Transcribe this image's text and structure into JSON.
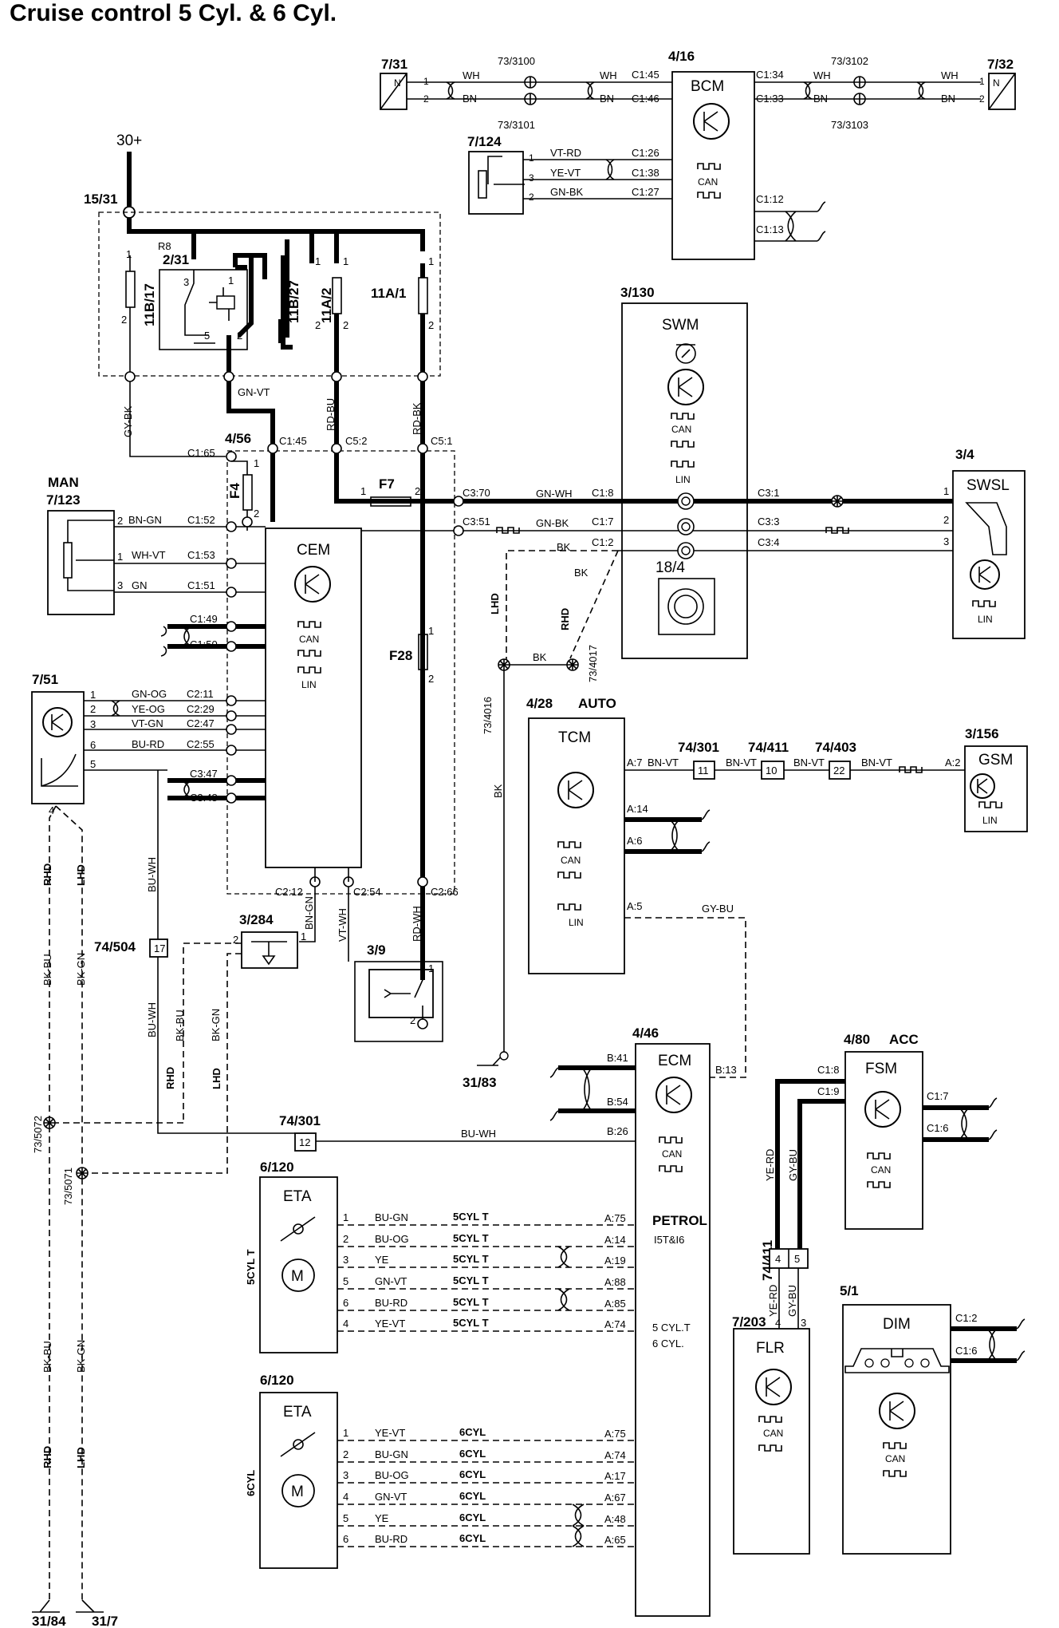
{
  "title": "Cruise control 5 Cyl. & 6 Cyl.",
  "power": {
    "bplus": "30+"
  },
  "fuse_box": {
    "id": "15/31",
    "relay_id": "2/31",
    "relay_label": "R8",
    "fuses": [
      "11B/17",
      "11B/27",
      "11A/2",
      "11A/1"
    ]
  },
  "cem": {
    "id": "4/56",
    "name": "CEM",
    "fuses": [
      "F4",
      "F7",
      "F28"
    ],
    "can": "CAN",
    "lin": "LIN"
  },
  "bcm": {
    "id": "4/16",
    "name": "BCM",
    "can": "CAN"
  },
  "swm": {
    "id": "3/130",
    "name": "SWM",
    "can": "CAN",
    "lin": "LIN",
    "sub": "18/4"
  },
  "swsl": {
    "id": "3/4",
    "name": "SWSL",
    "lin": "LIN"
  },
  "tcm": {
    "id": "4/28",
    "tag": "AUTO",
    "name": "TCM",
    "can": "CAN",
    "lin": "LIN"
  },
  "gsm": {
    "id": "3/156",
    "name": "GSM",
    "lin": "LIN"
  },
  "ecm": {
    "id": "4/46",
    "name": "ECM",
    "can": "CAN",
    "variant1": "PETROL",
    "variant2": "I5T&I6",
    "note1": "5 CYL.T",
    "note2": "6 CYL."
  },
  "fsm": {
    "id": "4/80",
    "tag": "ACC",
    "name": "FSM",
    "can": "CAN"
  },
  "flr": {
    "id": "7/203",
    "name": "FLR",
    "can": "CAN"
  },
  "dim": {
    "id": "5/1",
    "name": "DIM",
    "can": "CAN"
  },
  "eta5": {
    "id": "6/120",
    "name": "ETA",
    "side": "5CYL T",
    "motor": "M"
  },
  "eta6": {
    "id": "6/120",
    "name": "ETA",
    "side": "6CYL",
    "motor": "M"
  },
  "components": {
    "c731": "7/31",
    "c732": "7/32",
    "c7124": "7/124",
    "c7123": "7/123",
    "man": "MAN",
    "c751": "7/51",
    "c3284": "3/284",
    "c39": "3/9",
    "gnd3183": "31/83",
    "gnd3184": "31/84",
    "gnd317": "31/7"
  },
  "splices": {
    "s3100": "73/3100",
    "s3101": "73/3101",
    "s3102": "73/3102",
    "s3103": "73/3103",
    "s4016": "73/4016",
    "s4017": "73/4017",
    "s5072": "73/5072",
    "s5071": "73/5071"
  },
  "connectors": {
    "k74504": "74/504",
    "n74504": "17",
    "k74301a": "74/301",
    "n74301a": "11",
    "k74411a": "74/411",
    "n74411a": "10",
    "k74403": "74/403",
    "n74403": "22",
    "k74301b": "74/301",
    "n74301b": "12",
    "k74411b": "74/411",
    "n74411b_a": "4",
    "n74411b_b": "5"
  },
  "markers": {
    "rhd": "RHD",
    "lhd": "LHD",
    "N": "N"
  },
  "wires": {
    "wh": "WH",
    "bn": "BN",
    "vtrd": "VT-RD",
    "yevt": "YE-VT",
    "gnbk": "GN-BK",
    "gnvt": "GN-VT",
    "rdbu": "RD-BU",
    "rdbk": "RD-BK",
    "gybk": "GY-BK",
    "bngn": "BN-GN",
    "whvt": "WH-VT",
    "gn": "GN",
    "gnwh": "GN-WH",
    "bk": "BK",
    "gnog": "GN-OG",
    "yeog": "YE-OG",
    "vtgn": "VT-GN",
    "burd": "BU-RD",
    "buwh": "BU-WH",
    "bkbu": "BK-BU",
    "bkgn": "BK-GN",
    "vtwh": "VT-WH",
    "rdwh": "RD-WH",
    "gybu": "GY-BU",
    "bnvt": "BN-VT",
    "yerd": "YE-RD",
    "bugn": "BU-GN",
    "buog": "BU-OG",
    "ye": "YE"
  },
  "pins": {
    "c145": "C1:45",
    "c146": "C1:46",
    "c134": "C1:34",
    "c133": "C1:33",
    "c126": "C1:26",
    "c138": "C1:38",
    "c127": "C1:27",
    "c112": "C1:12",
    "c113": "C1:13",
    "c165": "C1:65",
    "c152": "C1:52",
    "c153": "C1:53",
    "c151": "C1:51",
    "c149": "C1:49",
    "c150": "C1:50",
    "c52": "C5:2",
    "c51": "C5:1",
    "c370": "C3:70",
    "c351": "C3:51",
    "c18": "C1:8",
    "c17": "C1:7",
    "c12": "C1:2",
    "c31": "C3:1",
    "c33": "C3:3",
    "c34": "C3:4",
    "c211": "C2:11",
    "c229": "C2:29",
    "c247": "C2:47",
    "c255": "C2:55",
    "c347": "C3:47",
    "c348": "C3:48",
    "c212": "C2:12",
    "c254": "C2:54",
    "c266": "C2:66",
    "a7": "A:7",
    "a14": "A:14",
    "a6": "A:6",
    "a5": "A:5",
    "a2": "A:2",
    "b41": "B:41",
    "b54": "B:54",
    "b13": "B:13",
    "b26": "B:26",
    "fsm18": "C1:8",
    "fsm19": "C1:9",
    "fsm17": "C1:7",
    "fsm16": "C1:6",
    "dim12": "C1:2",
    "dim16": "C1:6",
    "a75": "A:75",
    "a14e": "A:14",
    "a19": "A:19",
    "a88": "A:88",
    "a85": "A:85",
    "a74": "A:74",
    "a74b": "A:74",
    "a17": "A:17",
    "a67": "A:67",
    "a48": "A:48",
    "a65": "A:65"
  },
  "tags": {
    "cyl5": "5CYL T",
    "cyl6": "6CYL"
  }
}
